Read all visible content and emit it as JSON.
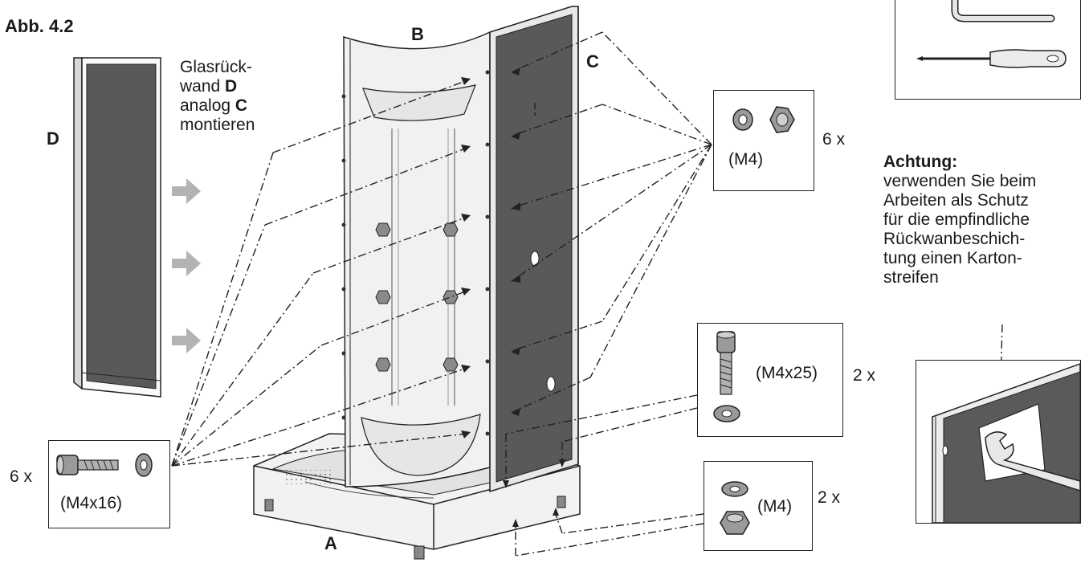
{
  "figure": {
    "label": "Abb. 4.2"
  },
  "parts": {
    "a": "A",
    "b": "B",
    "c": "C",
    "d": "D"
  },
  "instruction": {
    "line1": "Glasrück-",
    "line2_prefix": "wand ",
    "line2_bold": "D",
    "line3_prefix": "analog ",
    "line3_bold": "C",
    "line4": "montieren"
  },
  "hardware": {
    "nut_washer_top": {
      "label": "(M4)",
      "qty": "6 x"
    },
    "bolt_m4x25": {
      "label": "(M4x25)",
      "qty": "2 x"
    },
    "nut_washer_bottom": {
      "label": "(M4)",
      "qty": "2 x"
    },
    "bolt_m4x16": {
      "label": "(M4x16)",
      "qty": "6 x"
    }
  },
  "warning": {
    "title": "Achtung:",
    "lines": [
      "verwenden Sie beim",
      "Arbeiten als Schutz",
      "für die empfindliche",
      "Rückwanbeschich-",
      "tung einen Karton-",
      "streifen"
    ]
  },
  "colors": {
    "glass": "#5a5a5a",
    "panel": "#ececec",
    "arrow": "#b3b3b3",
    "line": "#222222"
  },
  "icons": [
    "allen-key-icon",
    "screwdriver-icon",
    "wrench-icon",
    "washer-icon",
    "hex-nut-icon",
    "bolt-icon"
  ]
}
